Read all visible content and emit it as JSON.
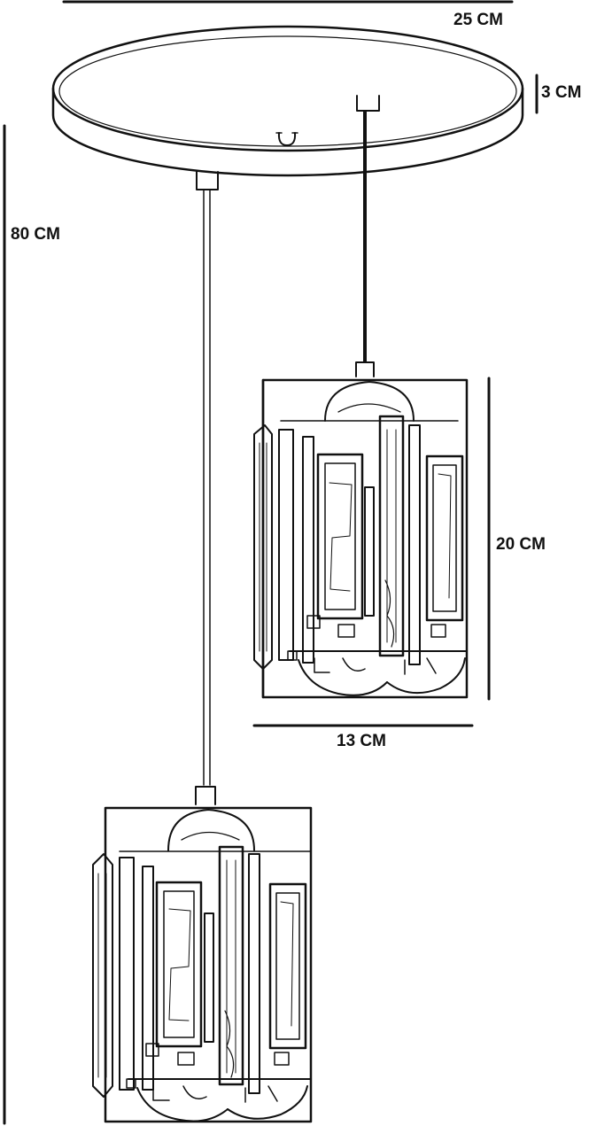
{
  "dimensions": {
    "canopy_diameter": "25 CM",
    "canopy_height": "3 CM",
    "drop_length": "80 CM",
    "shade_height": "20 CM",
    "shade_width": "13 CM"
  },
  "colors": {
    "ink": "#111111",
    "background": "#ffffff"
  }
}
